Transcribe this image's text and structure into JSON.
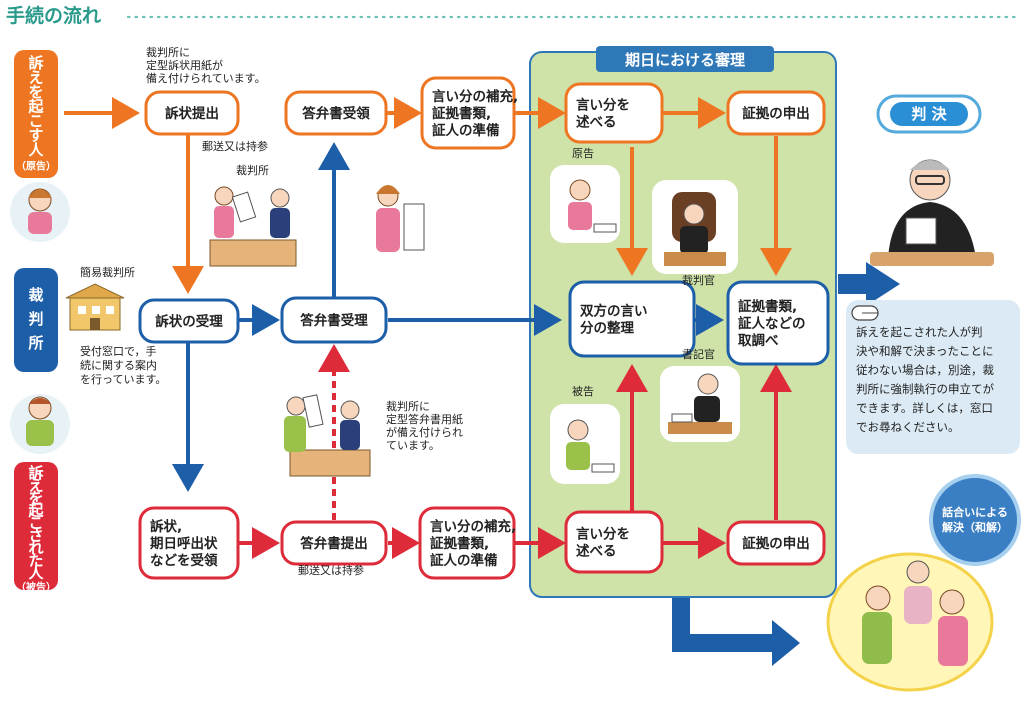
{
  "title": "手続の流れ",
  "colors": {
    "plaintiff": "#ee7623",
    "court": "#1d5ea8",
    "defendant": "#de2b3a",
    "hearing_bg": "#cfe2a8",
    "hearing_border": "#2f78b8",
    "title_color": "#2a9a8c",
    "note_bg": "#dbeaf4",
    "wakai_circle": "#3a7ec4"
  },
  "actors": {
    "plaintiff": [
      "訴",
      "え",
      "を",
      "起",
      "こ",
      "す",
      "人",
      "（原告）"
    ],
    "court": [
      "裁",
      "判",
      "所"
    ],
    "defendant": [
      "訴",
      "え",
      "を",
      "起",
      "こ",
      "さ",
      "れ",
      "た",
      "人",
      "（被告）"
    ]
  },
  "boxes": {
    "sojo_teishutsu": [
      "訴状提出"
    ],
    "tobensho_juryo": [
      "答弁書受領"
    ],
    "iibun_hoju_top": [
      "言い分の補充,",
      "証拠書類,",
      "証人の準備"
    ],
    "iibun_noberu_top": [
      "言い分を",
      "述べる"
    ],
    "shoko_moushide_top": [
      "証拠の申出"
    ],
    "sojo_juri": [
      "訴状の受理"
    ],
    "tobensho_juri": [
      "答弁書受理"
    ],
    "soho_iibun_seiri": [
      "双方の言い",
      "分の整理"
    ],
    "shoko_shorui_torishirabe": [
      "証拠書類,",
      "証人などの",
      "取調べ"
    ],
    "sojo_kijitsu": [
      "訴状,",
      "期日呼出状",
      "などを受領"
    ],
    "tobensho_teishutsu": [
      "答弁書提出"
    ],
    "iibun_hoju_bottom": [
      "言い分の補充,",
      "証拠書類,",
      "証人の準備"
    ],
    "iibun_noberu_bottom": [
      "言い分を",
      "述べる"
    ],
    "shoko_moushide_bottom": [
      "証拠の申出"
    ]
  },
  "hearing_title": "期日における審理",
  "hanketsu": "判 決",
  "wakai": [
    "話合いによる",
    "解決（和解）"
  ],
  "notes": {
    "court_form_plaintiff": [
      "裁判所に",
      "定型訴状用紙が",
      "備え付けられています。"
    ],
    "mail_or_bring_top": "郵送又は持参",
    "court_label_img": "裁判所",
    "kan_i_court": "簡易裁判所",
    "reception": [
      "受付窓口で，手",
      "続に関する案内",
      "を行っています。"
    ],
    "court_form_defendant": [
      "裁判所に",
      "定型答弁書用紙",
      "が備え付けられ",
      "ています。"
    ],
    "mail_or_bring_bottom": "郵送又は持参",
    "genkoku": "原告",
    "hikoku": "被告",
    "saibankan": "裁判官",
    "shokikan": "書記官",
    "enforcement": [
      "訴えを起こされた人が判",
      "決や和解で決まったことに",
      "従わない場合は，別途，裁",
      "判所に強制執行の申立てが",
      "できます。詳しくは，窓口",
      "でお尋ねください。"
    ]
  },
  "icons": [
    "pointing-hand-icon",
    "person-illustration-icon",
    "court-building-icon",
    "judge-illustration-icon",
    "document-icon"
  ]
}
